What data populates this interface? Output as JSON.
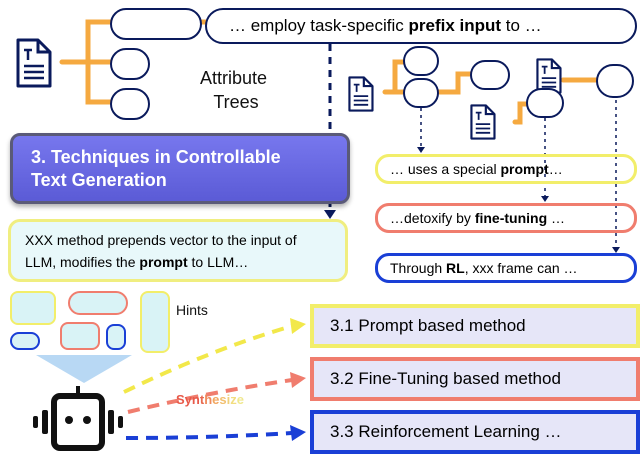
{
  "prefix_node": {
    "pre": "… employ task-specific ",
    "bold": "prefix input",
    "post": " to …"
  },
  "attribute_trees": {
    "line1": "Attribute",
    "line2": "Trees"
  },
  "section_title": {
    "line1": "3. Techniques in Controllable",
    "line2": "Text Generation"
  },
  "xxx_box": {
    "pre": "XXX method prepends vector to the input of LLM, modifies the ",
    "bold": "prompt",
    "post": " to LLM…"
  },
  "right_boxes": [
    {
      "pre": "… uses a special ",
      "bold": "prompt",
      "post": "…",
      "color": "#f2ee6a"
    },
    {
      "pre": "…detoxify by ",
      "bold": "fine-tuning",
      "post": " …",
      "color": "#f07d6e"
    },
    {
      "pre": "Through ",
      "bold": "RL",
      "post": ", xxx frame can …",
      "color": "#1a3fd6"
    }
  ],
  "hints_label": "Hints",
  "synthesize": {
    "letters": [
      "S",
      "y",
      "n",
      "t",
      "h",
      "e",
      "s",
      "i",
      "z",
      "e"
    ],
    "colors": [
      "#e85a4a",
      "#e85a4a",
      "#e85a4a",
      "#e86a50",
      "#ef8a5a",
      "#f2a760",
      "#f2c070",
      "#f0d07a",
      "#f2dd80",
      "#f0e890"
    ]
  },
  "methods": [
    {
      "label": "3.1 Prompt based method",
      "border": "#f2ee6a"
    },
    {
      "label": "3.2 Fine-Tuning based method",
      "border": "#f07d6e"
    },
    {
      "label": "3.3 Reinforcement Learning …",
      "border": "#1a3fd6"
    }
  ],
  "colors": {
    "tree_edge": "#f5a940",
    "navy": "#0a1a5c",
    "title_bg": "#6b6be0",
    "yellow": "#f2ee6a",
    "salmon": "#f07d6e",
    "blue": "#1a3fd6"
  },
  "icons": [
    "document-icon",
    "robot-icon"
  ]
}
